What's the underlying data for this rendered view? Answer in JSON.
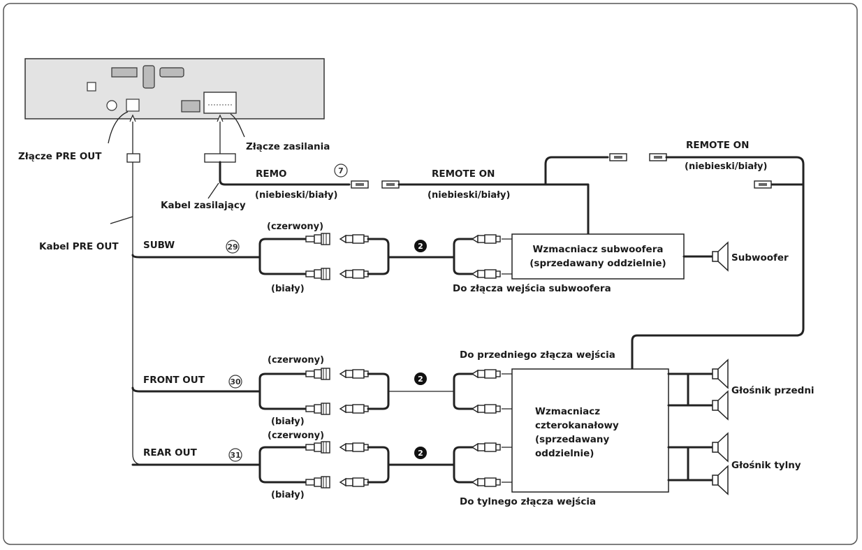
{
  "head_unit": {
    "pre_out_connector": "Złącze PRE OUT",
    "power_connector": "Złącze zasilania",
    "pre_out_cable": "Kabel PRE OUT",
    "power_cable": "Kabel zasilający"
  },
  "remote": {
    "remo_label": "REMO",
    "remo_num": "7",
    "remo_color": "(niebieski/biały)",
    "remote_on_1": "REMOTE ON",
    "remote_on_1_color": "(niebieski/biały)",
    "remote_on_2": "REMOTE ON",
    "remote_on_2_color": "(niebieski/biały)"
  },
  "subw": {
    "label": "SUBW",
    "num": "29",
    "red": "(czerwony)",
    "white": "(biały)",
    "extension_num": "2",
    "amp_line1": "Wzmacniacz subwoofera",
    "amp_line2": "(sprzedawany oddzielnie)",
    "input_label": "Do złącza wejścia subwoofera",
    "speaker_label": "Subwoofer"
  },
  "front": {
    "label": "FRONT OUT",
    "num": "30",
    "red": "(czerwony)",
    "white": "(biały)",
    "extension_num": "2",
    "input_label": "Do przedniego złącza wejścia",
    "speaker_label": "Głośnik przedni"
  },
  "rear": {
    "label": "REAR OUT",
    "num": "31",
    "red": "(czerwony)",
    "white": "(biały)",
    "extension_num": "2",
    "input_label": "Do tylnego złącza wejścia",
    "speaker_label": "Głośnik tylny"
  },
  "amp4": {
    "line1": "Wzmacniacz",
    "line2": "czterokanałowy",
    "line3": "(sprzedawany",
    "line4": "oddzielnie)"
  }
}
